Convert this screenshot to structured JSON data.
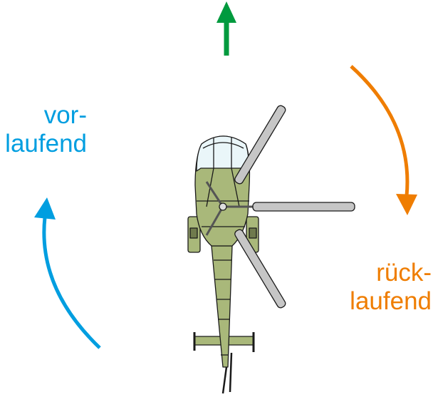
{
  "labels": {
    "advancing_line1": "vor-",
    "advancing_line2": "laufend",
    "retreating_line1": "rück-",
    "retreating_line2": "laufend"
  },
  "colors": {
    "advancing": "#009ee0",
    "retreating": "#ef7d00",
    "flight_direction": "#009a3e",
    "fuselage": "#a9b87a",
    "blade": "#c6c6c6",
    "canopy": "#eaf6f9"
  }
}
